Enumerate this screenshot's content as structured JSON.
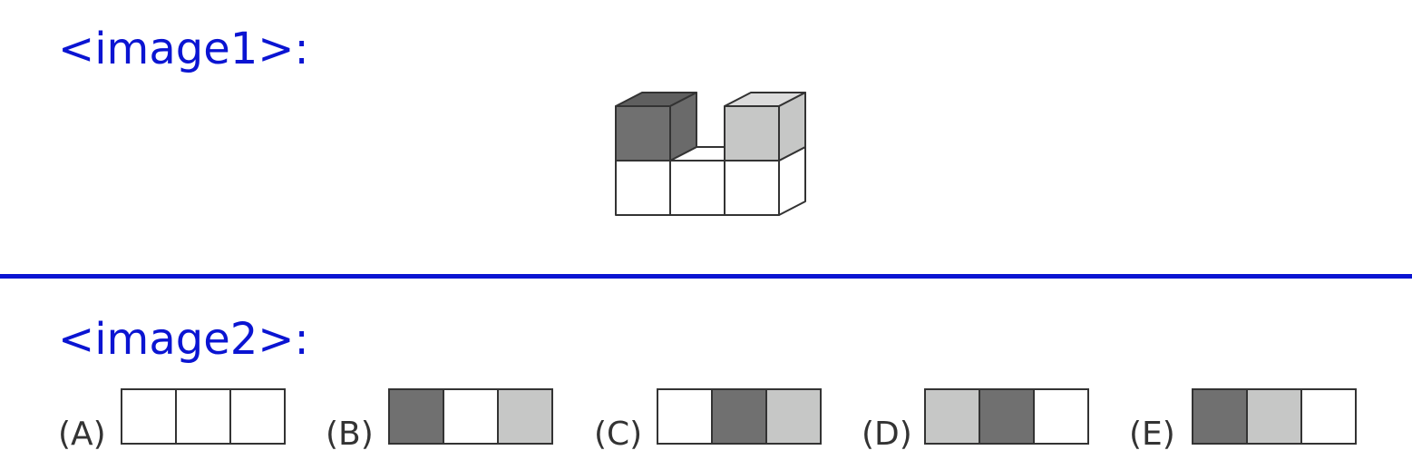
{
  "sections": [
    {
      "label": "<image1>:"
    },
    {
      "label": "<image2>:"
    }
  ],
  "colors": {
    "label": "#0a14d2",
    "divider": "#0a14d2",
    "dark": "#707070",
    "light": "#c6c7c6",
    "white": "#ffffff",
    "stroke": "#333333"
  },
  "figure": {
    "description_cubes": {
      "bottom_row": [
        "white",
        "white",
        "white"
      ],
      "top_row": [
        "dark",
        "empty",
        "light"
      ]
    }
  },
  "options": [
    {
      "letter": "(A)",
      "cells": [
        "white",
        "white",
        "white"
      ]
    },
    {
      "letter": "(B)",
      "cells": [
        "dark",
        "white",
        "light"
      ]
    },
    {
      "letter": "(C)",
      "cells": [
        "white",
        "dark",
        "light"
      ]
    },
    {
      "letter": "(D)",
      "cells": [
        "light",
        "dark",
        "white"
      ]
    },
    {
      "letter": "(E)",
      "cells": [
        "dark",
        "light",
        "white"
      ]
    }
  ]
}
